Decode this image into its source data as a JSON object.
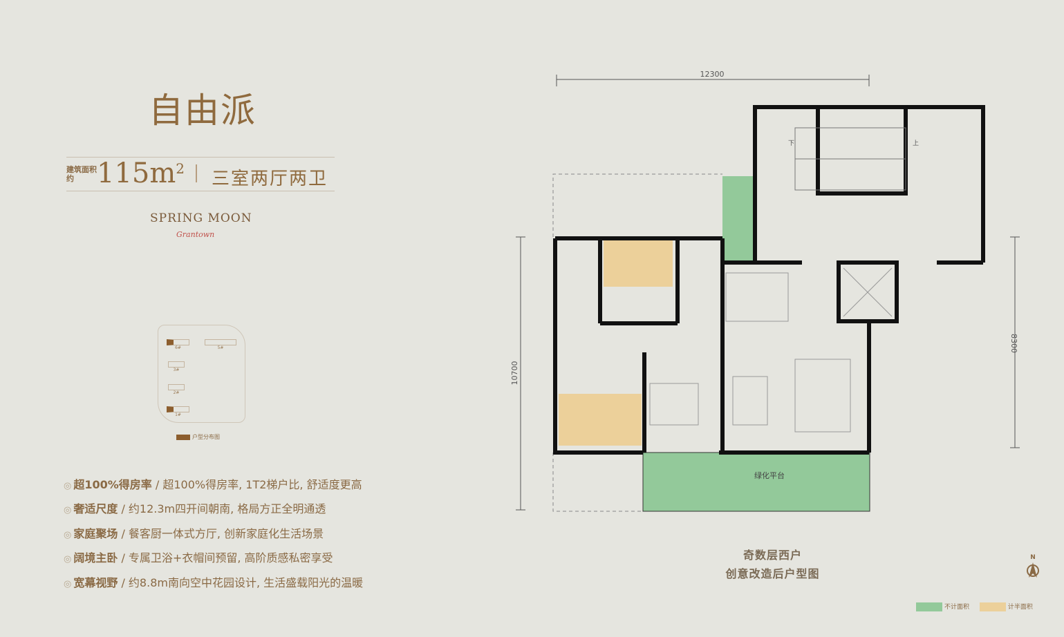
{
  "title": "自由派",
  "area": {
    "label": "建筑面积约",
    "value": "115m",
    "superscript": "2"
  },
  "layout": "三室两厅两卫",
  "brand": {
    "name": "SPRING MOON",
    "script": "Grantown"
  },
  "site_plan": {
    "buildings": [
      "6#",
      "5#",
      "3#",
      "2#",
      "1#"
    ],
    "legend": "户型分布图",
    "highlight_color": "#8c5e2e"
  },
  "features": [
    {
      "title": "超100%得房率",
      "text": "/ 超100%得房率, 1T2梯户比, 舒适度更高"
    },
    {
      "title": "奢适尺度",
      "text": "/ 约12.3m四开间朝南, 格局方正全明通透"
    },
    {
      "title": "家庭聚场",
      "text": "/ 餐客厨一体式方厅, 创新家庭化生活场景"
    },
    {
      "title": "阔境主卧",
      "text": "/ 专属卫浴+衣帽间预留, 高阶质感私密享受"
    },
    {
      "title": "宽幕视野",
      "text": "/ 约8.8m南向空中花园设计, 生活盛载阳光的温暖"
    }
  ],
  "plan": {
    "dim_top": "12300",
    "dim_left": "10700",
    "dim_right": "8300",
    "balcony_label": "绿化平台",
    "stair_up": "上",
    "stair_down": "下",
    "caption_line1": "奇数层西户",
    "caption_line2": "创意改造后户型图"
  },
  "north": "N",
  "legend": [
    {
      "label": "不计面积",
      "color": "#93c99a"
    },
    {
      "label": "计半面积",
      "color": "#ecd09a"
    }
  ]
}
